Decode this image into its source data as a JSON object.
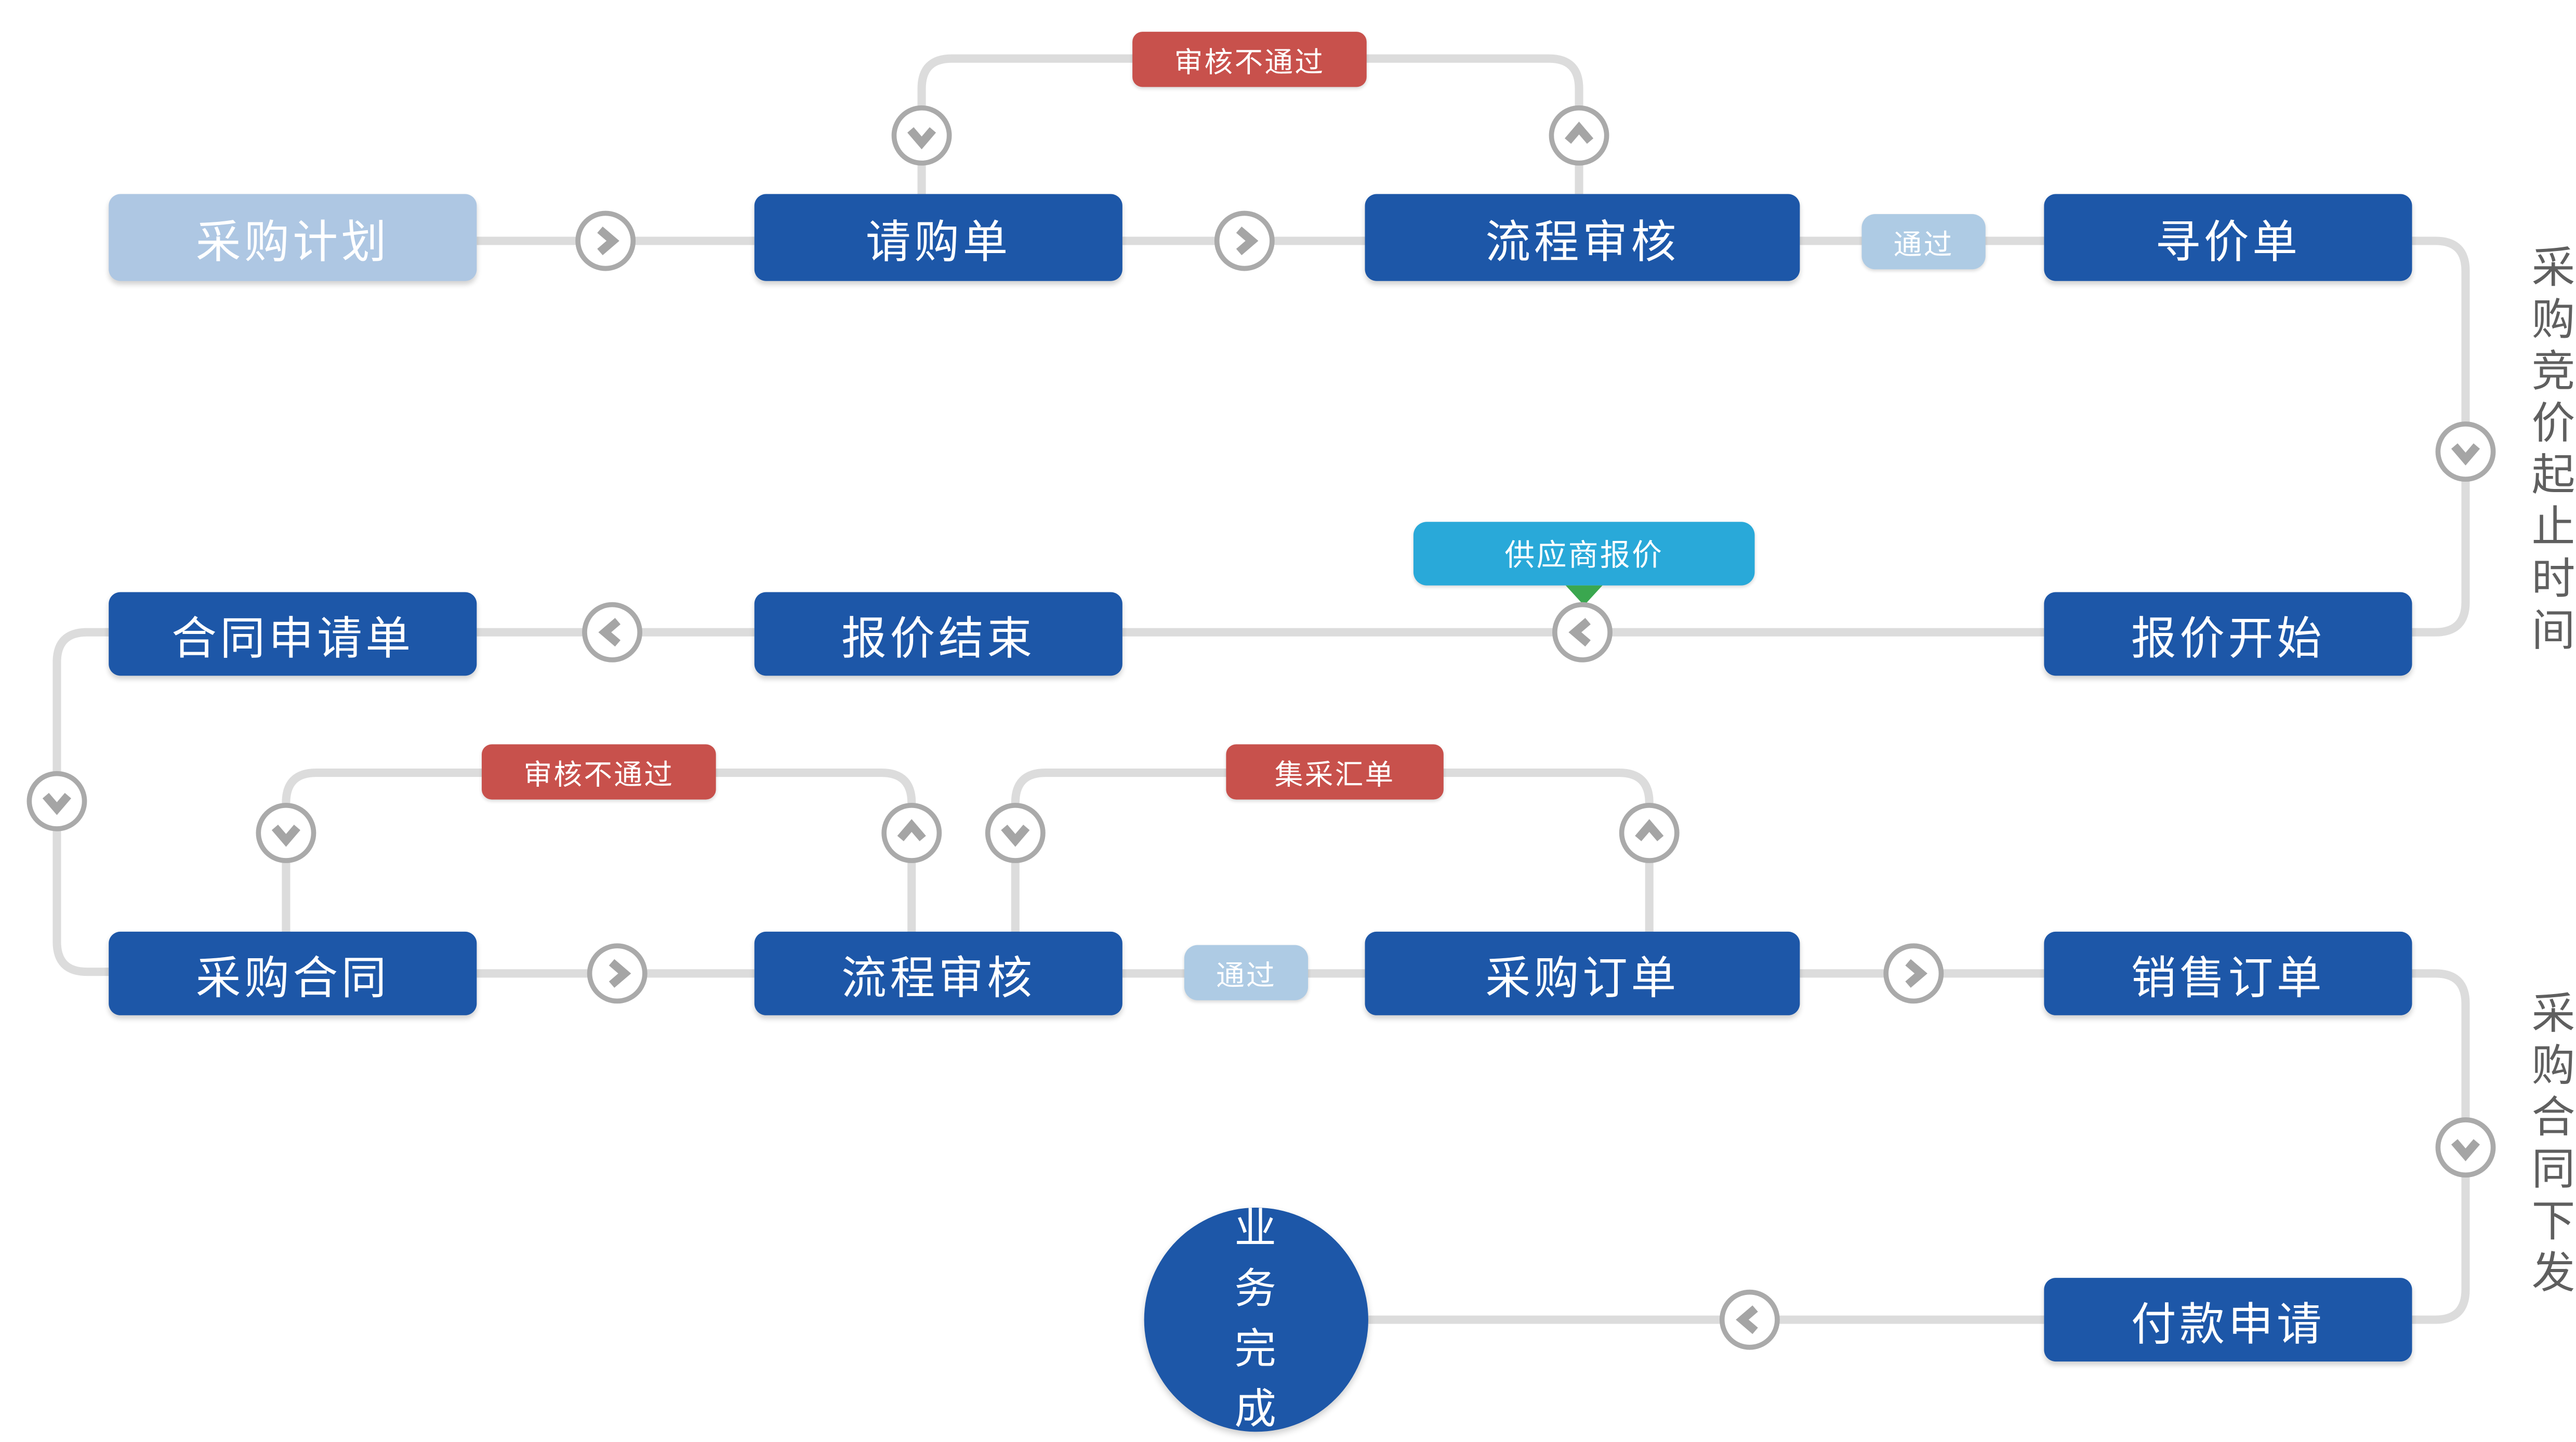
{
  "palette": {
    "node_blue": "#1d57a8",
    "node_light_blue": "#aec7e3",
    "badge_red": "#c8514c",
    "badge_pass_blue": "#aecbe4",
    "badge_cyan": "#29a9d9",
    "pointer_green": "#3aa74f",
    "line_gray": "#dcdcdc",
    "circle_border_gray": "#aaaaaa",
    "chevron_gray": "#a5a5a5",
    "side_label_gray": "#5f5f5f"
  },
  "nodes": {
    "purchase_plan": "采购计划",
    "purchase_requisition": "请购单",
    "process_review_1": "流程审核",
    "inquiry_order": "寻价单",
    "contract_application": "合同申请单",
    "quotation_end": "报价结束",
    "quotation_start": "报价开始",
    "purchase_contract": "采购合同",
    "process_review_2": "流程审核",
    "purchase_order": "采购订单",
    "sales_order": "销售订单",
    "payment_request": "付款申请",
    "business_complete": "业务完成"
  },
  "badges": {
    "review_rejected_top": "审核不通过",
    "review_rejected_bottom": "审核不通过",
    "pass_1": "通过",
    "pass_2": "通过",
    "supplier_quote": "供应商报价",
    "collective_order": "集采汇单"
  },
  "side_labels": {
    "bidding_time_range": "采购竞价起止时间",
    "contract_issue": "采购合同下发"
  }
}
